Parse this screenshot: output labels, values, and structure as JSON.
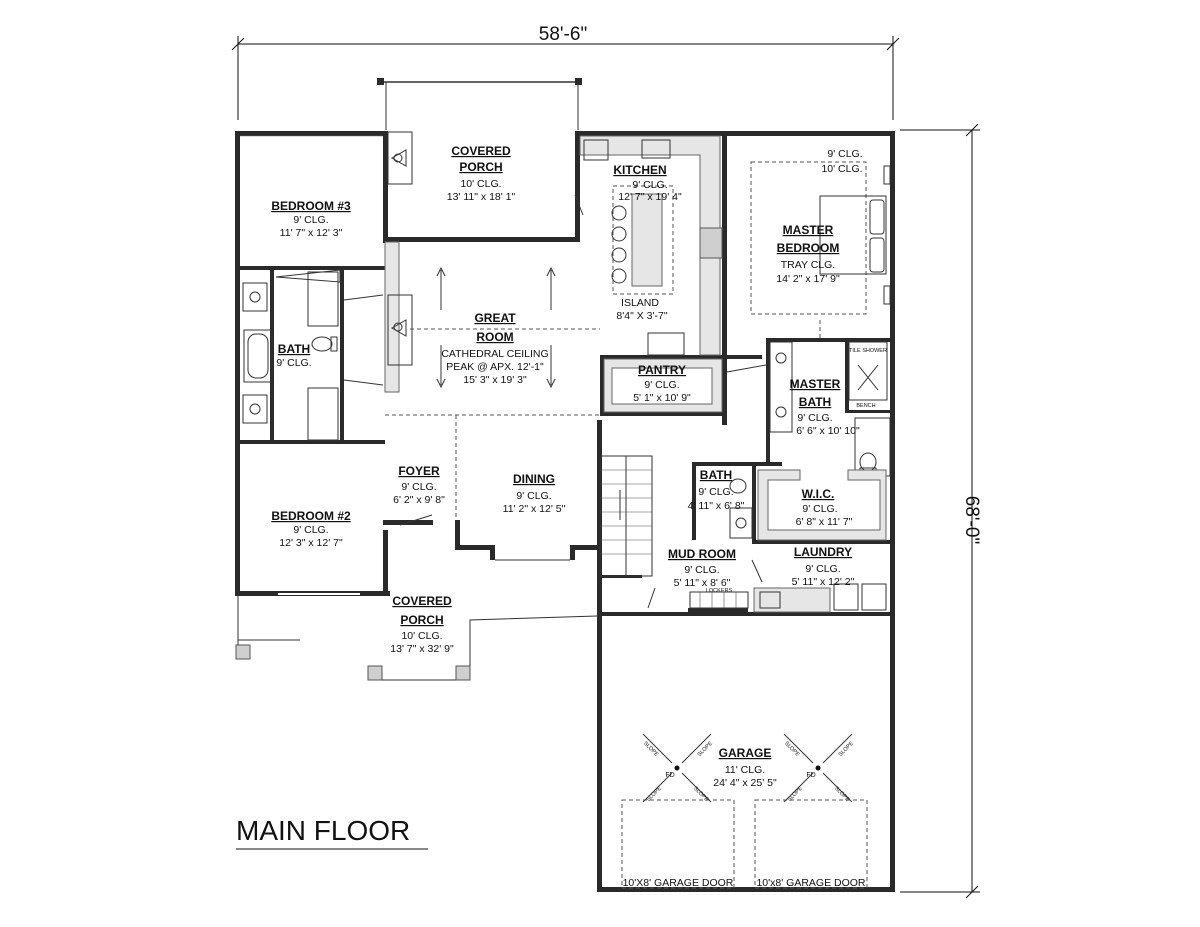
{
  "dimensions": {
    "width": "58'-6\"",
    "depth": "68'-0\""
  },
  "title": "MAIN FLOOR",
  "rooms": {
    "covered_porch_rear": {
      "name1": "COVERED",
      "name2": "PORCH",
      "ceiling": "10' CLG.",
      "size": "13' 11\" x 18' 1\""
    },
    "kitchen": {
      "name": "KITCHEN",
      "ceiling": "9' CLG.",
      "size": "12' 7\" x 19' 4\""
    },
    "island": {
      "name": "ISLAND",
      "size": "8'4\" X 3'-7\""
    },
    "bedroom3": {
      "name": "BEDROOM #3",
      "ceiling": "9' CLG.",
      "size": "11' 7\" x 12' 3\""
    },
    "master_bedroom": {
      "name1": "MASTER",
      "name2": "BEDROOM",
      "ceiling": "TRAY CLG.",
      "size": "14' 2\" x 17' 9\"",
      "tray1": "9' CLG.",
      "tray2": "10' CLG."
    },
    "great_room": {
      "name1": "GREAT",
      "name2": "ROOM",
      "ceiling1": "CATHEDRAL CEILING",
      "ceiling2": "PEAK @ APX. 12'-1\"",
      "size": "15' 3\" x 19' 3\""
    },
    "bath1": {
      "name": "BATH",
      "ceiling": "9' CLG."
    },
    "pantry": {
      "name": "PANTRY",
      "ceiling": "9' CLG.",
      "size": "5' 1\" x 10' 9\""
    },
    "master_bath": {
      "name1": "MASTER",
      "name2": "BATH",
      "ceiling": "9' CLG.",
      "size": "6' 6\" x 10' 10\""
    },
    "foyer": {
      "name": "FOYER",
      "ceiling": "9' CLG.",
      "size": "6' 2\" x 9' 8\""
    },
    "dining": {
      "name": "DINING",
      "ceiling": "9' CLG.",
      "size": "11' 2\" x 12' 5\""
    },
    "bath2": {
      "name": "BATH",
      "ceiling": "9' CLG.",
      "size": "4' 11\" x 6' 8\""
    },
    "wic": {
      "name": "W.I.C.",
      "ceiling": "9' CLG.",
      "size": "6' 8\" x 11' 7\""
    },
    "bedroom2": {
      "name": "BEDROOM #2",
      "ceiling": "9' CLG.",
      "size": "12' 3\" x 12' 7\""
    },
    "mud_room": {
      "name": "MUD ROOM",
      "ceiling": "9' CLG.",
      "size": "5' 11\" x 8' 6\"",
      "lockers": "LOCKERS"
    },
    "laundry": {
      "name": "LAUNDRY",
      "ceiling": "9' CLG.",
      "size": "5' 11\" x 12' 2\""
    },
    "covered_porch_front": {
      "name1": "COVERED",
      "name2": "PORCH",
      "ceiling": "10' CLG.",
      "size": "13' 7\" x 32' 9\""
    },
    "garage": {
      "name": "GARAGE",
      "ceiling": "11' CLG.",
      "size": "24' 4\" x 25' 5\"",
      "slope": "SLOPE",
      "drain": "FD",
      "door1": "10'X8' GARAGE DOOR",
      "door2": "10'x8' GARAGE DOOR"
    }
  },
  "fixtures": {
    "shower": "TILE SHOWER",
    "bench": "BENCH"
  }
}
